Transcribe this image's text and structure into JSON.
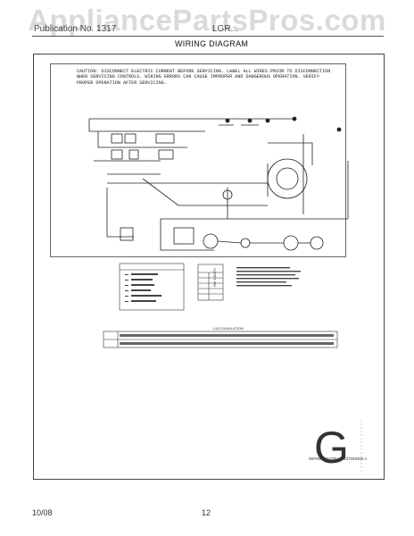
{
  "watermark": "AppliancePartsPros.com",
  "header": {
    "left_text": "Publication No. 1317",
    "right_text": "LGR..."
  },
  "page_title": "WIRING DIAGRAM",
  "caution": "CAUTION: DISCONNECT ELECTRIC CURRENT BEFORE SERVICING. LABEL ALL WIRES PRIOR TO DISCONNECTION WHEN SERVICING CONTROLS. WIRING ERRORS CAN CAUSE IMPROPER AND DANGEROUS OPERATION. VERIFY PROPER OPERATION AFTER SERVICING.",
  "accumulation_label": "1 ACCUMULATION",
  "vertical_label": "Ref 1/8STD",
  "big_letter": "G",
  "diagram_ref": "WIRING DIAGRAM 137069300 A",
  "footer": {
    "date": "10/08",
    "page": "12"
  }
}
